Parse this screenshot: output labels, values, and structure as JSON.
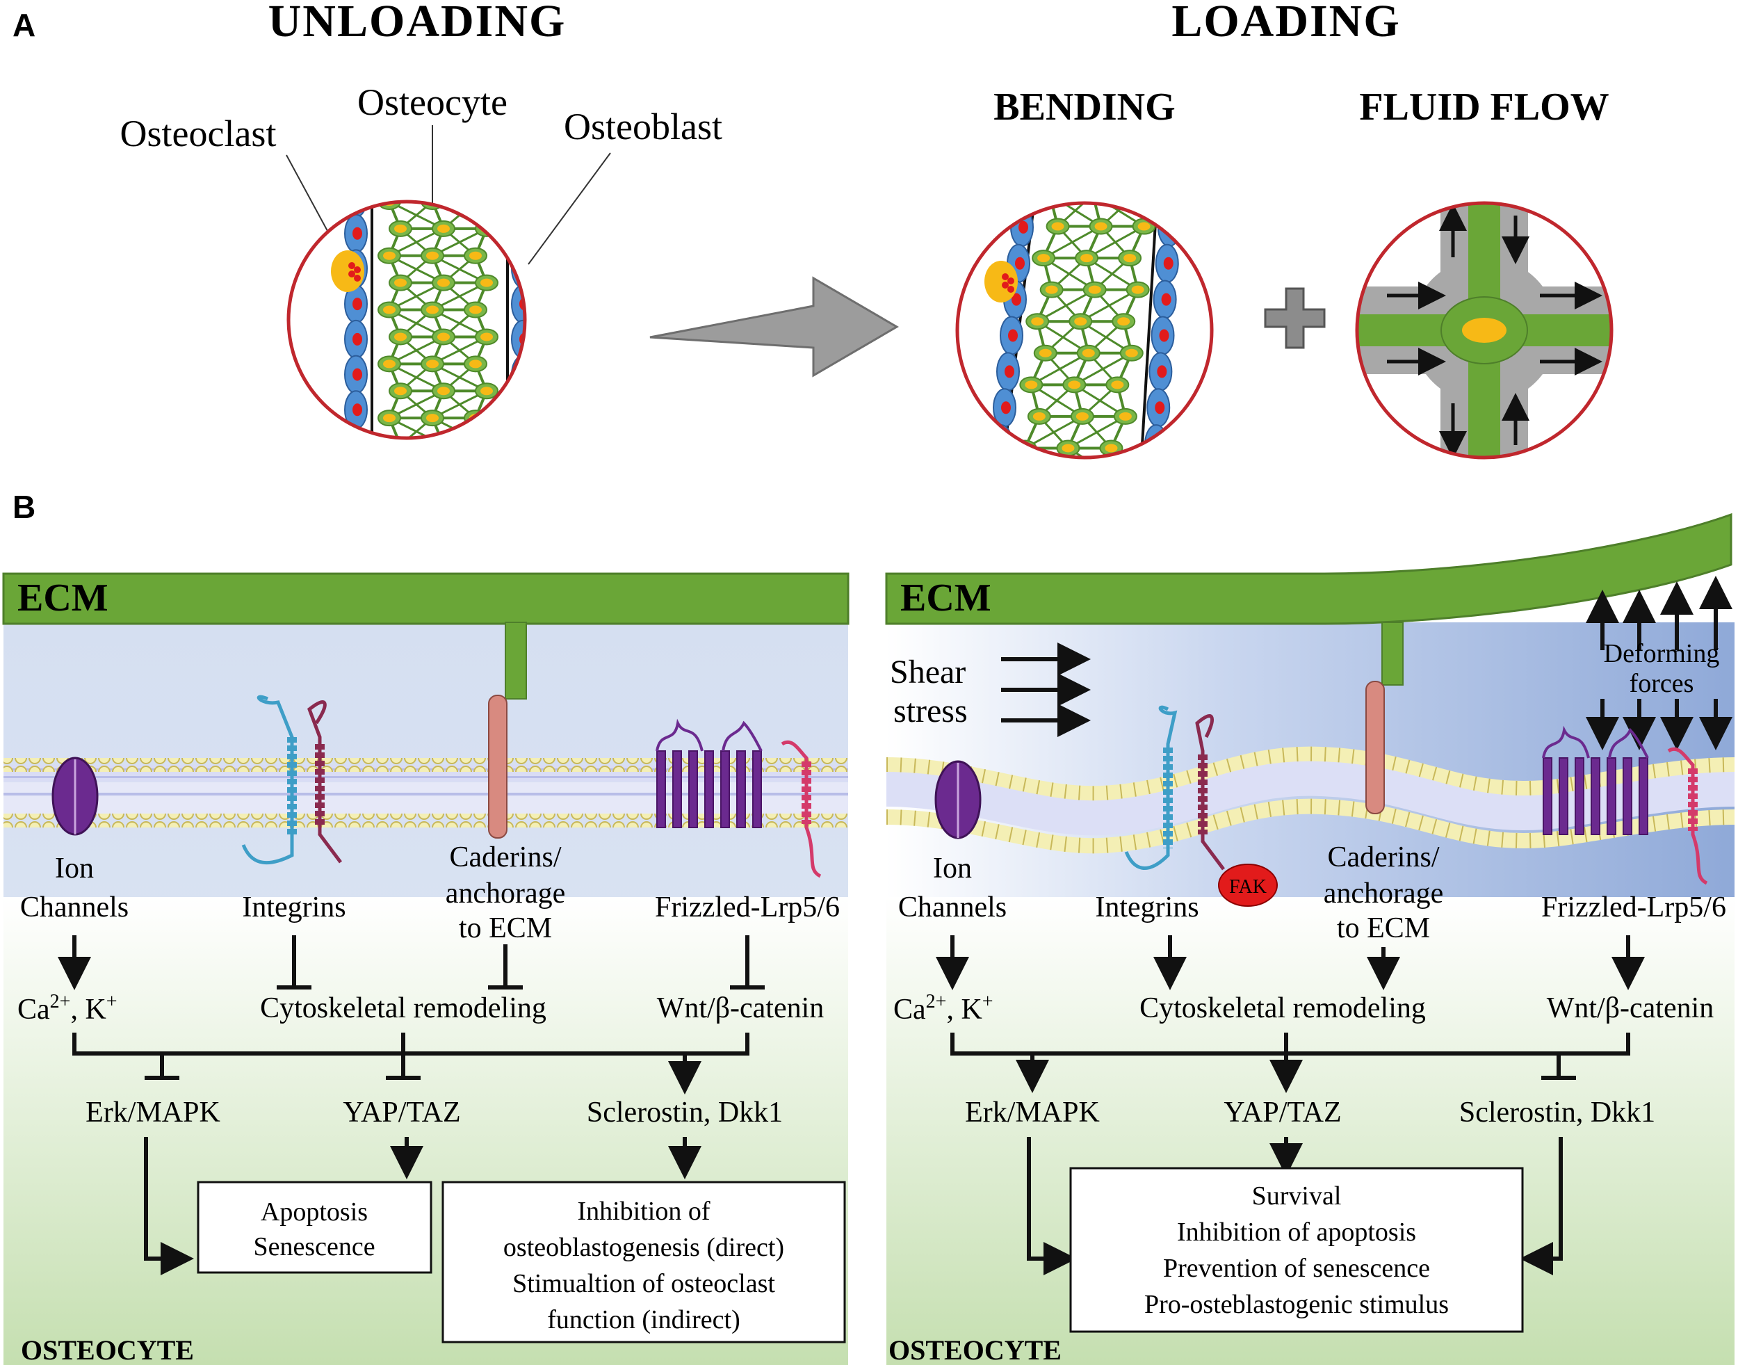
{
  "panel_a": {
    "label": "A",
    "unloading_title": "UNLOADING",
    "loading_title": "LOADING",
    "bending_title": "BENDING",
    "fluid_flow_title": "FLUID FLOW",
    "osteoclast_label": "Osteoclast",
    "osteocyte_label": "Osteocyte",
    "osteoblast_label": "Osteoblast"
  },
  "panel_b": {
    "label": "B",
    "left": {
      "ecm": "ECM",
      "receptors": {
        "ion_1": "Ion",
        "ion_2": "Channels",
        "integrins": "Integrins",
        "caderins_1": "Caderins/",
        "caderins_2": "anchorage",
        "caderins_3": "to ECM",
        "frizzled": "Frizzled-Lrp5/6"
      },
      "signals": {
        "ca": "Ca",
        "ca_sup": "2+",
        "k": ", K",
        "k_sup": "+",
        "cyto": "Cytoskeletal remodeling",
        "wnt": "Wnt/β-catenin"
      },
      "effectors": {
        "erk": "Erk/MAPK",
        "yap": "YAP/TAZ",
        "scl": "Sclerostin, Dkk1"
      },
      "box1": [
        "Apoptosis",
        "Senescence"
      ],
      "box2": [
        "Inhibition of",
        "osteoblastogenesis (direct)",
        "Stimualtion of osteoclast",
        "function (indirect)"
      ],
      "cell_label": "OSTEOCYTE"
    },
    "right": {
      "ecm": "ECM",
      "shear_1": "Shear",
      "shear_2": "stress",
      "deform_1": "Deforming",
      "deform_2": "forces",
      "fak": "FAK",
      "receptors": {
        "ion_1": "Ion",
        "ion_2": "Channels",
        "integrins": "Integrins",
        "caderins_1": "Caderins/",
        "caderins_2": "anchorage",
        "caderins_3": "to ECM",
        "frizzled": "Frizzled-Lrp5/6"
      },
      "signals": {
        "ca": "Ca",
        "ca_sup": "2+",
        "k": ", K",
        "k_sup": "+",
        "cyto": "Cytoskeletal remodeling",
        "wnt": "Wnt/β-catenin"
      },
      "effectors": {
        "erk": "Erk/MAPK",
        "yap": "YAP/TAZ",
        "scl": "Sclerostin, Dkk1"
      },
      "box": [
        "Survival",
        "Inhibition of apoptosis",
        "Prevention of senescence",
        "Pro-osteblastogenic stimulus"
      ],
      "cell_label": "OSTEOCYTE"
    }
  },
  "colors": {
    "green": "#6aa637",
    "dark_green": "#4e7f2a",
    "red_ring": "#c0272d",
    "blue_cell": "#4f8fd4",
    "yellow": "#f7b916",
    "gray": "#a6a6a6",
    "purple": "#6b2a8f",
    "pink": "#d88a80"
  }
}
